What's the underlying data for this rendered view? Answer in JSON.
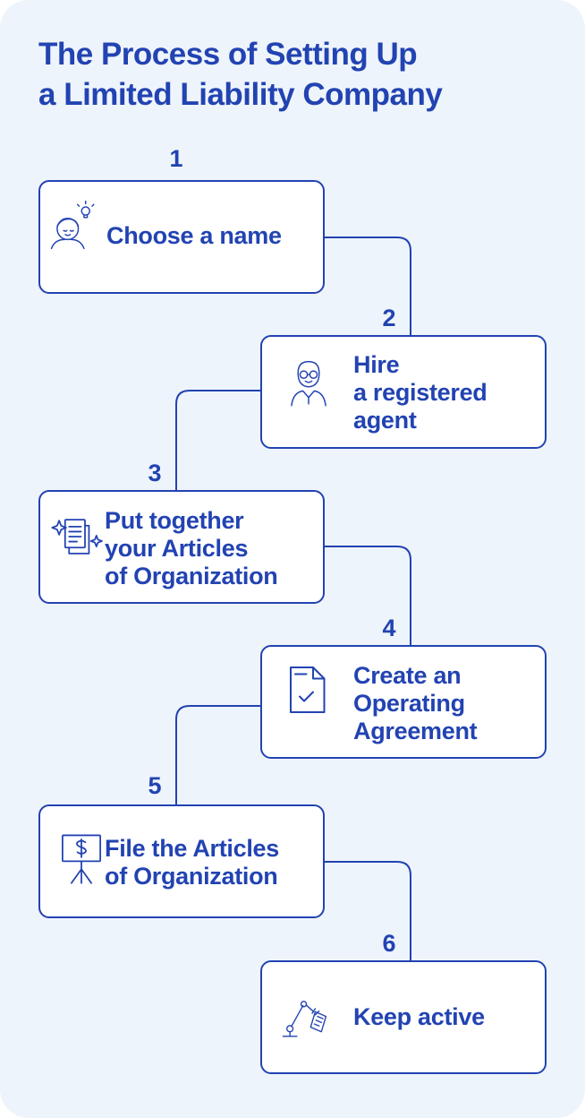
{
  "title": {
    "line1": "The Process of Setting Up",
    "line2": "a Limited Liability Company"
  },
  "steps": [
    {
      "number": "1",
      "lines": [
        "Choose a name"
      ],
      "icon": "person-lightbulb-icon"
    },
    {
      "number": "2",
      "lines": [
        "Hire",
        "a registered",
        "agent"
      ],
      "icon": "person-glasses-icon"
    },
    {
      "number": "3",
      "lines": [
        "Put together",
        "your Articles",
        "of Organization"
      ],
      "icon": "documents-sparkle-icon"
    },
    {
      "number": "4",
      "lines": [
        "Create an",
        "Operating",
        "Agreement"
      ],
      "icon": "document-check-icon"
    },
    {
      "number": "5",
      "lines": [
        "File the Articles",
        "of Organization"
      ],
      "icon": "dollar-board-icon"
    },
    {
      "number": "6",
      "lines": [
        "Keep active"
      ],
      "icon": "robot-arm-document-icon"
    }
  ],
  "colors": {
    "accent": "#2243b2",
    "background": "#eef4fb",
    "box": "#ffffff"
  }
}
